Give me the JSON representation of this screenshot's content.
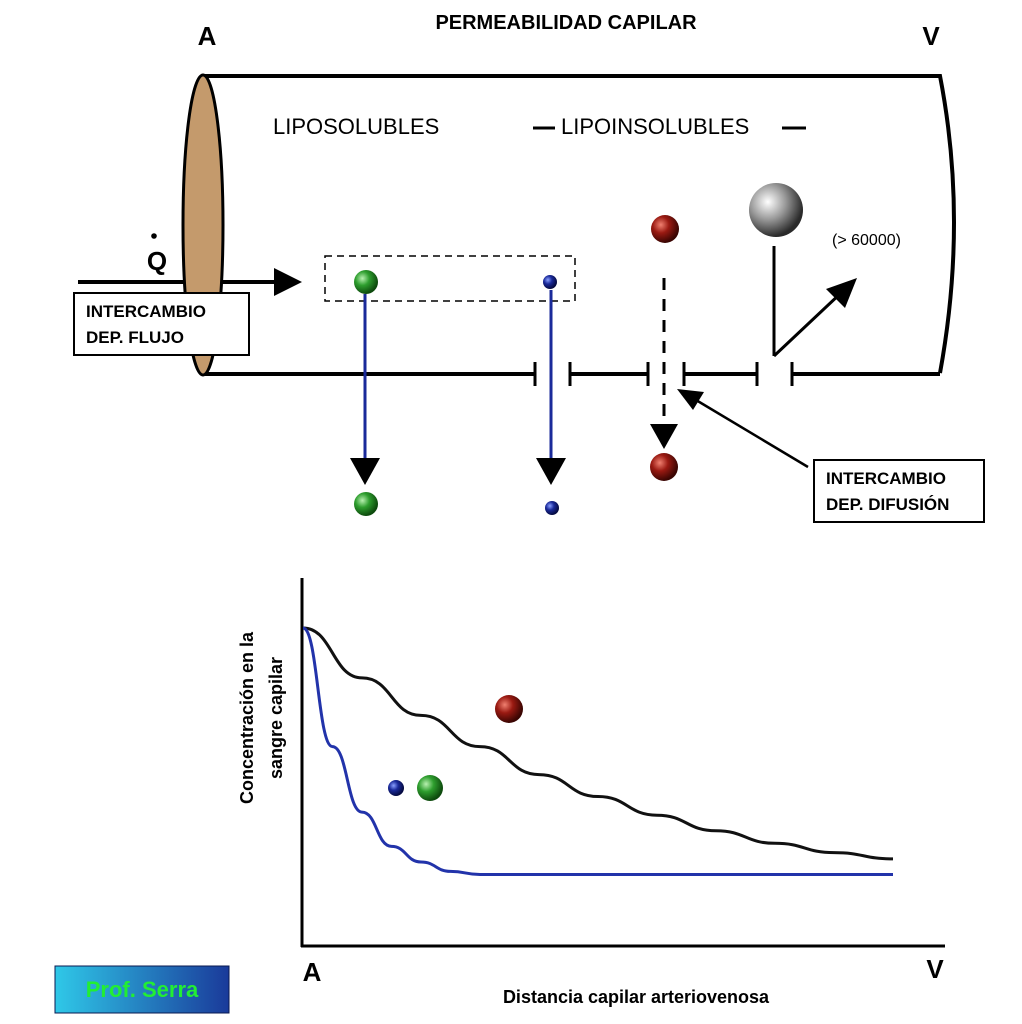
{
  "title": "PERMEABILIDAD CAPILAR",
  "capillary": {
    "arterial_end": "A",
    "venous_end": "V",
    "label_liposolubles": "LIPOSOLUBLES",
    "label_lipoinsolubles": "LIPOINSOLUBLES",
    "flow_symbol": "Q",
    "size_note": "(> 60000)",
    "flow_box_line1": "INTERCAMBIO",
    "flow_box_line2": "DEP. FLUJO",
    "diffusion_box_line1": "INTERCAMBIO",
    "diffusion_box_line2": "DEP. DIFUSIÓN"
  },
  "colors": {
    "vessel_ring": "#c49a6c",
    "green_particle": "#2e9e2e",
    "blue_particle": "#1a2a9a",
    "red_particle": "#9a1a12",
    "grey_particle": "#8a8a8a",
    "blue_curve": "#2233aa",
    "black_curve": "#111111",
    "signature_bg": "#1f4fa8"
  },
  "chart_data": {
    "type": "line",
    "title": "",
    "xlabel": "Distancia capilar arteriovenosa",
    "ylabel_line1": "Concentración en la",
    "ylabel_line2": "sangre capilar",
    "x_start_label": "A",
    "x_end_label": "V",
    "xlim": [
      0,
      1
    ],
    "ylim": [
      0,
      1
    ],
    "series": [
      {
        "color": "black",
        "x": [
          0,
          0.1,
          0.2,
          0.3,
          0.4,
          0.5,
          0.6,
          0.7,
          0.8,
          0.9,
          1.0
        ],
        "y": [
          1.0,
          0.84,
          0.72,
          0.62,
          0.53,
          0.46,
          0.4,
          0.35,
          0.31,
          0.28,
          0.26
        ]
      },
      {
        "color": "blue",
        "x": [
          0,
          0.05,
          0.1,
          0.15,
          0.2,
          0.25,
          0.3,
          0.4,
          0.6,
          0.8,
          1.0
        ],
        "y": [
          1.0,
          0.62,
          0.41,
          0.3,
          0.25,
          0.22,
          0.21,
          0.21,
          0.21,
          0.21,
          0.21
        ]
      }
    ]
  },
  "signature": "Prof. Serra"
}
